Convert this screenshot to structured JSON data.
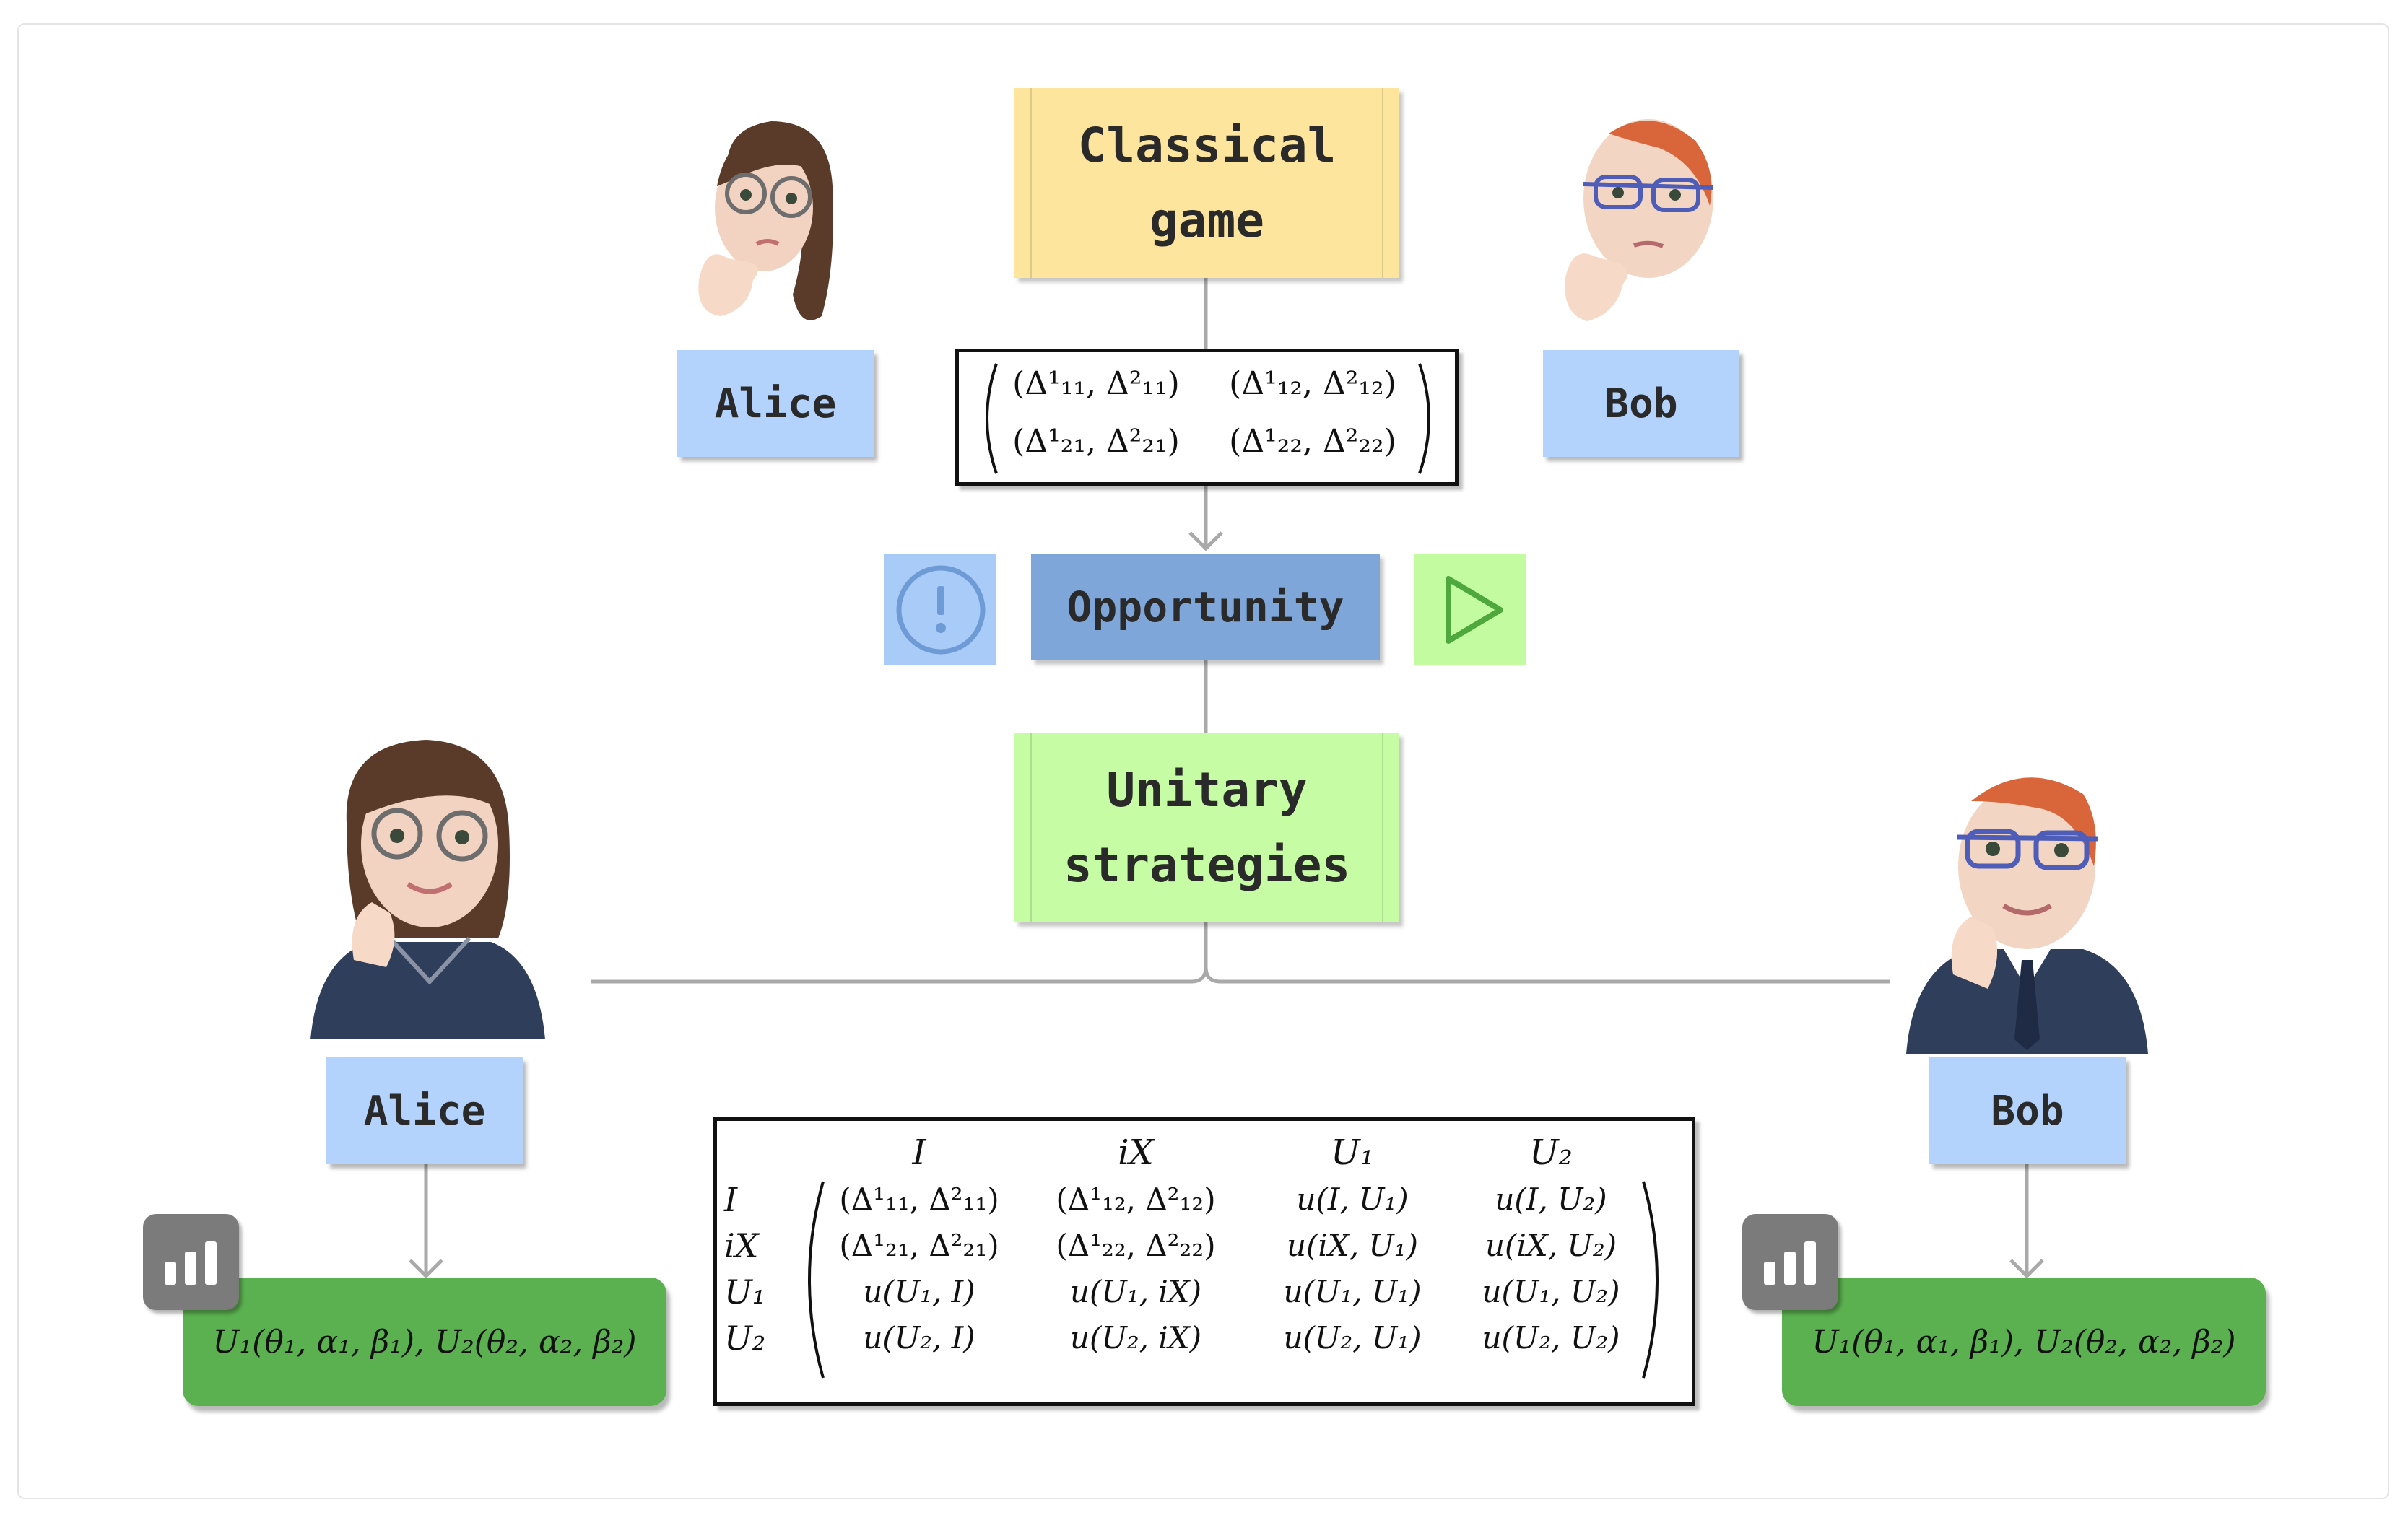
{
  "top": {
    "classical_game": "Classical game",
    "alice": "Alice",
    "bob": "Bob",
    "classical_matrix": [
      [
        "(Δ¹₁₁, Δ²₁₁)",
        "(Δ¹₁₂, Δ²₁₂)"
      ],
      [
        "(Δ¹₂₁, Δ²₂₁)",
        "(Δ¹₂₂, Δ²₂₂)"
      ]
    ]
  },
  "middle": {
    "opportunity": "Opportunity",
    "unitary_strategies": "Unitary strategies"
  },
  "bottom": {
    "alice": "Alice",
    "bob": "Bob",
    "alice_payoff": "U₁(θ₁, α₁, β₁), U₂(θ₂, α₂, β₂)",
    "bob_payoff": "U₁(θ₁, α₁, β₁), U₂(θ₂, α₂, β₂)",
    "quantum_matrix": {
      "col_headers": [
        "I",
        "iX",
        "U₁",
        "U₂"
      ],
      "row_headers": [
        "I",
        "iX",
        "U₁",
        "U₂"
      ],
      "rows": [
        [
          "(Δ¹₁₁, Δ²₁₁)",
          "(Δ¹₁₂, Δ²₁₂)",
          "u(I, U₁)",
          "u(I, U₂)"
        ],
        [
          "(Δ¹₂₁, Δ²₂₁)",
          "(Δ¹₂₂, Δ²₂₂)",
          "u(iX, U₁)",
          "u(iX, U₂)"
        ],
        [
          "u(U₁, I)",
          "u(U₁, iX)",
          "u(U₁, U₁)",
          "u(U₁, U₂)"
        ],
        [
          "u(U₂, I)",
          "u(U₂, iX)",
          "u(U₂, U₁)",
          "u(U₂, U₂)"
        ]
      ]
    }
  },
  "colors": {
    "label_blue": "#b3d3fc",
    "classical_yellow": "#fde59d",
    "opportunity_blue": "#7ea6d8",
    "unitary_green": "#c6fca3",
    "payoff_green": "#5bb04f",
    "alert_bg": "#a9cbf8",
    "play_bg": "#c3fba0",
    "connector_gray": "#a9a9a9"
  },
  "icons": [
    "alert-icon",
    "play-icon",
    "bar-chart-icon",
    "alice-thinking-avatar",
    "bob-thinking-avatar",
    "alice-avatar",
    "bob-avatar"
  ]
}
